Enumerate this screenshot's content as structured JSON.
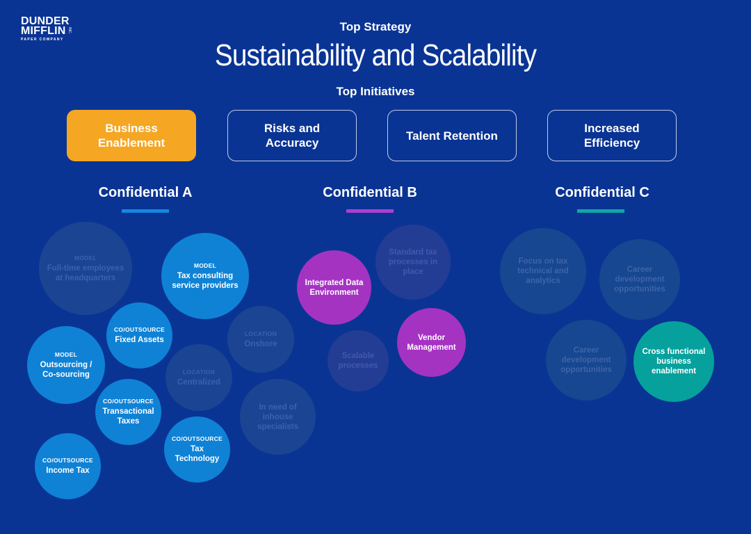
{
  "logo": {
    "line1": "DUNDER",
    "line2": "MIFFLIN",
    "line3": "PAPER COMPANY",
    "inc": "INC."
  },
  "header": {
    "eyebrow": "Top Strategy",
    "title": "Sustainability and Scalability",
    "initiatives_heading": "Top Initiatives"
  },
  "initiatives": [
    {
      "label": "Business Enablement",
      "active": true
    },
    {
      "label": "Risks and Accuracy",
      "active": false
    },
    {
      "label": "Talent Retention",
      "active": false
    },
    {
      "label": "Increased Efficiency",
      "active": false
    }
  ],
  "groups": [
    {
      "title": "Confidential A",
      "accent": "#1687e0"
    },
    {
      "title": "Confidential B",
      "accent": "#b03fd0"
    },
    {
      "title": "Confidential C",
      "accent": "#12a7a3"
    }
  ],
  "bubbles_a": [
    {
      "tag": "MODEL",
      "text": "Full-time employees at headquarters",
      "active": false
    },
    {
      "tag": "MODEL",
      "text": "Tax consulting service providers",
      "active": true
    },
    {
      "tag": "CO/OUTSOURCE",
      "text": "Fixed Assets",
      "active": true
    },
    {
      "tag": "LOCATION",
      "text": "Onshore",
      "active": false
    },
    {
      "tag": "MODEL",
      "text": "Outsourcing / Co-sourcing",
      "active": true
    },
    {
      "tag": "LOCATION",
      "text": "Centralized",
      "active": false
    },
    {
      "tag": "CO/OUTSOURCE",
      "text": "Transactional Taxes",
      "active": true
    },
    {
      "tag": "",
      "text": "In need of inhouse specialists",
      "active": false
    },
    {
      "tag": "CO/OUTSOURCE",
      "text": "Tax Technology",
      "active": true
    },
    {
      "tag": "CO/OUTSOURCE",
      "text": "Income Tax",
      "active": true
    }
  ],
  "bubbles_b": [
    {
      "text": "Standard tax processes in place",
      "active": false
    },
    {
      "text": "Integrated Data Environment",
      "active": true
    },
    {
      "text": "Vendor Management",
      "active": true
    },
    {
      "text": "Scalable processes",
      "active": false
    }
  ],
  "bubbles_c": [
    {
      "text": "Focus on tax technical and analytics",
      "active": false
    },
    {
      "text": "Career development opportunities",
      "active": false
    },
    {
      "text": "Career development opportunities",
      "active": false
    },
    {
      "text": "Cross functional business enablement",
      "active": true
    }
  ],
  "colors": {
    "background": "#0a3494",
    "highlight_initiative": "#f5a623",
    "bubble_blue": "#0f82d6",
    "bubble_purple": "#a533c2",
    "bubble_teal": "#06a19c"
  }
}
